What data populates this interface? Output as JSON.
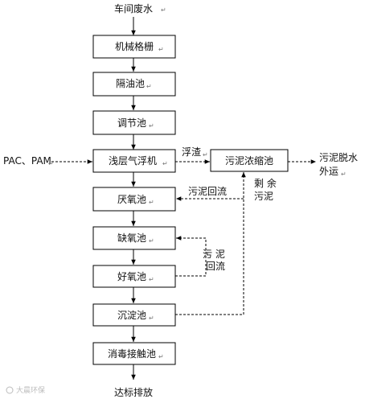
{
  "diagram": {
    "top_input": "车间废水",
    "output": "达标排放",
    "chemicals": "PAC、PAM",
    "units": [
      "机械格栅",
      "隔油池",
      "调节池",
      "浅层气浮机",
      "厌氧池",
      "缺氧池",
      "好氧池",
      "沉淀池",
      "消毒接触池"
    ],
    "sludge_unit": "污泥浓缩池",
    "labels": {
      "scum": "浮渣",
      "sludge_out_line1": "污泥脱水",
      "sludge_out_line2": "外运",
      "sludge_return_anaerobic": "污泥回流",
      "excess_sludge_line1": "剩 余",
      "excess_sludge_line2": "污泥",
      "sludge_return_anoxic_line1": "污 泥",
      "sludge_return_anoxic_line2": "回流"
    },
    "paragraph_mark": "↵",
    "watermark": "大晨环保"
  },
  "style": {
    "line_color": "#000000",
    "box_fill": "#ffffff"
  }
}
